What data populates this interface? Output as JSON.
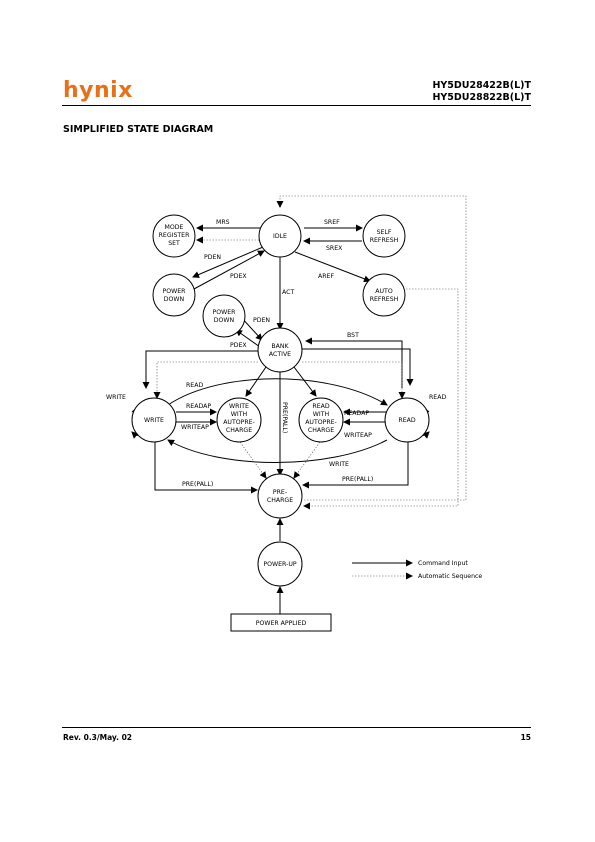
{
  "header": {
    "logo": "hynix",
    "part_number_1": "HY5DU28422B(L)T",
    "part_number_2": "HY5DU28822B(L)T"
  },
  "section": {
    "title": "SIMPLIFIED STATE DIAGRAM"
  },
  "states": {
    "idle": "IDLE",
    "mode_register_set": [
      "MODE",
      "REGISTER",
      "SET"
    ],
    "self_refresh": [
      "SELF",
      "REFRESH"
    ],
    "power_down_top": [
      "POWER",
      "DOWN"
    ],
    "auto_refresh": [
      "AUTO",
      "REFRESH"
    ],
    "power_down_mid": [
      "POWER",
      "DOWN"
    ],
    "bank_active": [
      "BANK",
      "ACTIVE"
    ],
    "write": "WRITE",
    "write_autoprecharge": [
      "WRITE",
      "WITH",
      "AUTOPRE-",
      "CHARGE"
    ],
    "read_autoprecharge": [
      "READ",
      "WITH",
      "AUTOPRE-",
      "CHARGE"
    ],
    "read": "READ",
    "precharge": [
      "PRE-",
      "CHARGE"
    ],
    "power_up": "POWER-UP",
    "power_applied": "POWER APPLIED"
  },
  "transitions": {
    "mrs": "MRS",
    "sref": "SREF",
    "srex": "SREX",
    "pden_top": "PDEN",
    "pdex_top": "PDEX",
    "aref": "AREF",
    "act": "ACT",
    "pden_mid": "PDEN",
    "pdex_mid": "PDEX",
    "bst": "BST",
    "write_self": "WRITE",
    "read_self": "READ",
    "read_upper": "READ",
    "readap": "READAP",
    "writeap_left": "WRITEAP",
    "readap_right": "READAP",
    "writeap_right": "WRITEAP",
    "write_lower": "WRITE",
    "pre_pall_center": "PRE(PALL)",
    "pre_pall_left": "PRE(PALL)",
    "pre_pall_right": "PRE(PALL)"
  },
  "legend": {
    "command_input": "Command Input",
    "automatic_sequence": "Automatic Sequence"
  },
  "footer": {
    "revision": "Rev. 0.3/May. 02",
    "page": "15"
  }
}
